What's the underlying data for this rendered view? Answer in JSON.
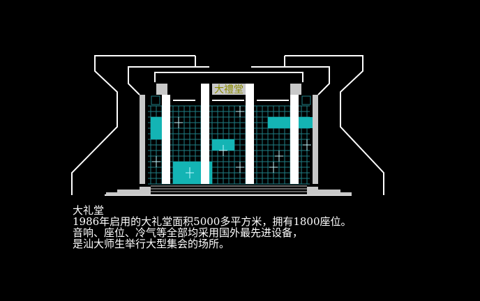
{
  "scene": {
    "sign_text": "大禮堂",
    "colors": {
      "background": "#000000",
      "outline": "#ffffff",
      "pillar_white": "#ffffff",
      "pillar_grey": "#c8c8c8",
      "grid_line": "#1f7f86",
      "glass_panel": "#14b4b4",
      "sparkle": "#bff8ff",
      "sign_bg": "#c8c8c8",
      "sign_text": "#8a8a00",
      "caption_text": "#ffffff"
    }
  },
  "caption": {
    "title": "大礼堂",
    "line1": "1986年启用的大礼堂面积5000多平方米，拥有1800座位。",
    "line2": "音响、座位、冷气等全部均采用国外最先进设备，",
    "line3": "是汕大师生举行大型集会的场所。"
  }
}
